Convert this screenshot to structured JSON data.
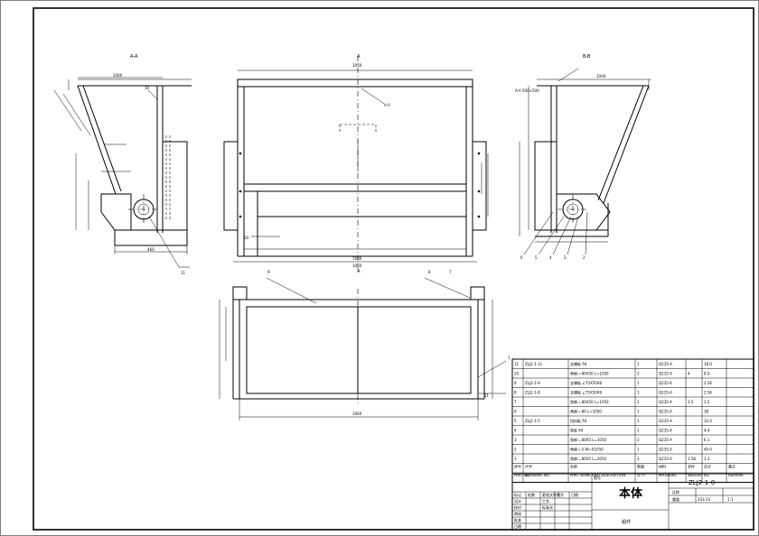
{
  "views": {
    "left_section": "A-A",
    "top_center": "A",
    "right_section": "B-B",
    "plan_center": "A"
  },
  "leaders": {
    "left_10": "10",
    "left_11": "11",
    "right_labels": [
      "6",
      "5",
      "4",
      "3",
      "2"
    ],
    "plan_9": "9",
    "plan_8": "8",
    "plan_7": "7",
    "plan_1": "1",
    "plan_11": "11"
  },
  "bom": {
    "rows": [
      {
        "no": "11",
        "code": "ZLJ2-1-11",
        "name": "支撑板 δ4",
        "qty": "1",
        "mat": "Q235-A",
        "w": "",
        "total": "18.0"
      },
      {
        "no": "10",
        "code": "",
        "name": "角钢 ∟80X50 L=1050",
        "qty": "2",
        "mat": "Q235-A",
        "w": "4",
        "total": "8.0"
      },
      {
        "no": "9",
        "code": "ZLJ2-1-9",
        "name": "支撑板 ∠75X50X6",
        "qty": "1",
        "mat": "Q235-A",
        "w": "",
        "total": "2.56"
      },
      {
        "no": "8",
        "code": "ZLJ2-1-8",
        "name": "支撑板 ∠75X50X6",
        "qty": "1",
        "mat": "Q235-A",
        "w": "",
        "total": "2.56"
      },
      {
        "no": "7",
        "code": "",
        "name": "角钢 ∟80X50 L=1050",
        "qty": "2",
        "mat": "Q235-A",
        "w": "3.5",
        "total": "3.5"
      },
      {
        "no": "6",
        "code": "",
        "name": "角钢 ∟80 L=1050",
        "qty": "1",
        "mat": "Q235-A",
        "w": "",
        "total": "38"
      },
      {
        "no": "5",
        "code": "ZLJ2-1-5",
        "name": "挡料板 δ4",
        "qty": "1",
        "mat": "Q235-A",
        "w": "",
        "total": "32.0"
      },
      {
        "no": "4",
        "code": "",
        "name": "垫板 δ4",
        "qty": "1",
        "mat": "Q235-A",
        "w": "",
        "total": "4.4"
      },
      {
        "no": "3",
        "code": "",
        "name": "角钢 ∟80X5 L=1050",
        "qty": "2",
        "mat": "Q235-A",
        "w": "",
        "total": "6.1"
      },
      {
        "no": "2",
        "code": "",
        "name": "角钢 ∟5 W=X1050",
        "qty": "1",
        "mat": "Q235-A",
        "w": "",
        "total": "40.0"
      },
      {
        "no": "1",
        "code": "",
        "name": "角钢 ∟80X5 L=1050",
        "qty": "2",
        "mat": "Q235-A",
        "w": "1.58",
        "total": "3.3"
      }
    ],
    "header": [
      "序号",
      "代号",
      "名称",
      "数量",
      "材料",
      "单件",
      "总计",
      "备注"
    ],
    "header2": [
      "PART NO.",
      "DRAWING NO.",
      "PART NAME AND DESCRIPTION",
      "Q'TY",
      "MATERIAL",
      "WEIGHT",
      "KG",
      "REMARK"
    ]
  },
  "title_block": {
    "drawing_no": "ZLJ2-1-0",
    "part_name": "本体",
    "label_drawing": "图号",
    "label_assembly": "组件",
    "scale_label": "比例",
    "scale": "1:1",
    "weight_label": "重量",
    "weight": "333.13",
    "cells": [
      "标记",
      "处数",
      "更改文件号",
      "签字",
      "日期",
      "设计",
      "工艺",
      "校对",
      "标准化",
      "审核",
      "批准",
      "日期"
    ]
  }
}
